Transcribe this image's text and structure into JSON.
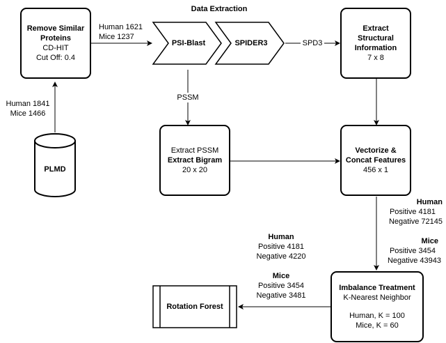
{
  "title": "Data Extraction",
  "nodes": {
    "remove_similar": {
      "line1": "Remove Similar",
      "line2": "Proteins",
      "line3": "CD-HIT",
      "line4": "Cut Off: 0.4"
    },
    "plmd": {
      "label": "PLMD"
    },
    "psi_blast": {
      "label": "PSI-Blast"
    },
    "spider3": {
      "label": "SPIDER3"
    },
    "extract_structural": {
      "line1": "Extract",
      "line2": "Structural",
      "line3": "Information",
      "line4": "7 x 8"
    },
    "extract_pssm": {
      "line1": "Extract PSSM",
      "line2": "Extract Bigram",
      "line3": "20 x 20"
    },
    "vectorize": {
      "line1": "Vectorize &",
      "line2": "Concat Features",
      "line3": "456 x 1"
    },
    "imbalance": {
      "line1": "Imbalance Treatment",
      "line2": "K-Nearest Neighbor",
      "line3": "Human, K = 100",
      "line4": "Mice, K = 60"
    },
    "rotation_forest": {
      "label": "Rotation Forest"
    }
  },
  "edge_labels": {
    "plmd_to_remove": {
      "line1": "Human 1841",
      "line2": "Mice 1466"
    },
    "remove_to_psi": {
      "line1": "Human 1621",
      "line2": "Mice 1237"
    },
    "spider_to_structural": {
      "label": "SPD3"
    },
    "psi_to_pssm": {
      "label": "PSSM"
    },
    "vectorize_to_imbalance": {
      "human_title": "Human",
      "human_pos": "Positive 4181",
      "human_neg": "Negative 72145",
      "mice_title": "Mice",
      "mice_pos": "Positive 3454",
      "mice_neg": "Negative 43943"
    },
    "imbalance_to_forest": {
      "human_title": "Human",
      "human_pos": "Positive 4181",
      "human_neg": "Negative 4220",
      "mice_title": "Mice",
      "mice_pos": "Positive 3454",
      "mice_neg": "Negative 3481"
    }
  }
}
